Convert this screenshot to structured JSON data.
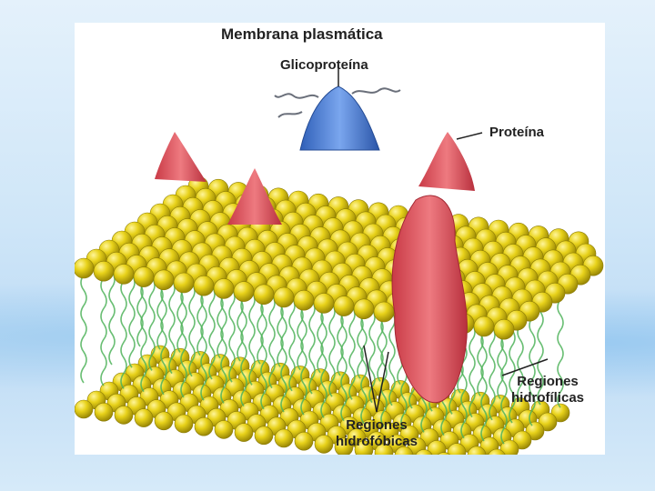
{
  "diagram": {
    "title": "Membrana plasmática",
    "labels": {
      "glycoprotein": "Glicoproteína",
      "protein": "Proteína",
      "hydrophilic_line1": "Regiones",
      "hydrophilic_line2": "hidrofílicas",
      "hydrophobic_line1": "Regiones",
      "hydrophobic_line2": "hidrofóbicas"
    }
  },
  "colors": {
    "background": "#cfe6f8",
    "lipid_head": "#e8d21a",
    "lipid_tail": "#4fb35a",
    "protein": "#e05a64",
    "glycoprotein": "#4a7fd6"
  }
}
